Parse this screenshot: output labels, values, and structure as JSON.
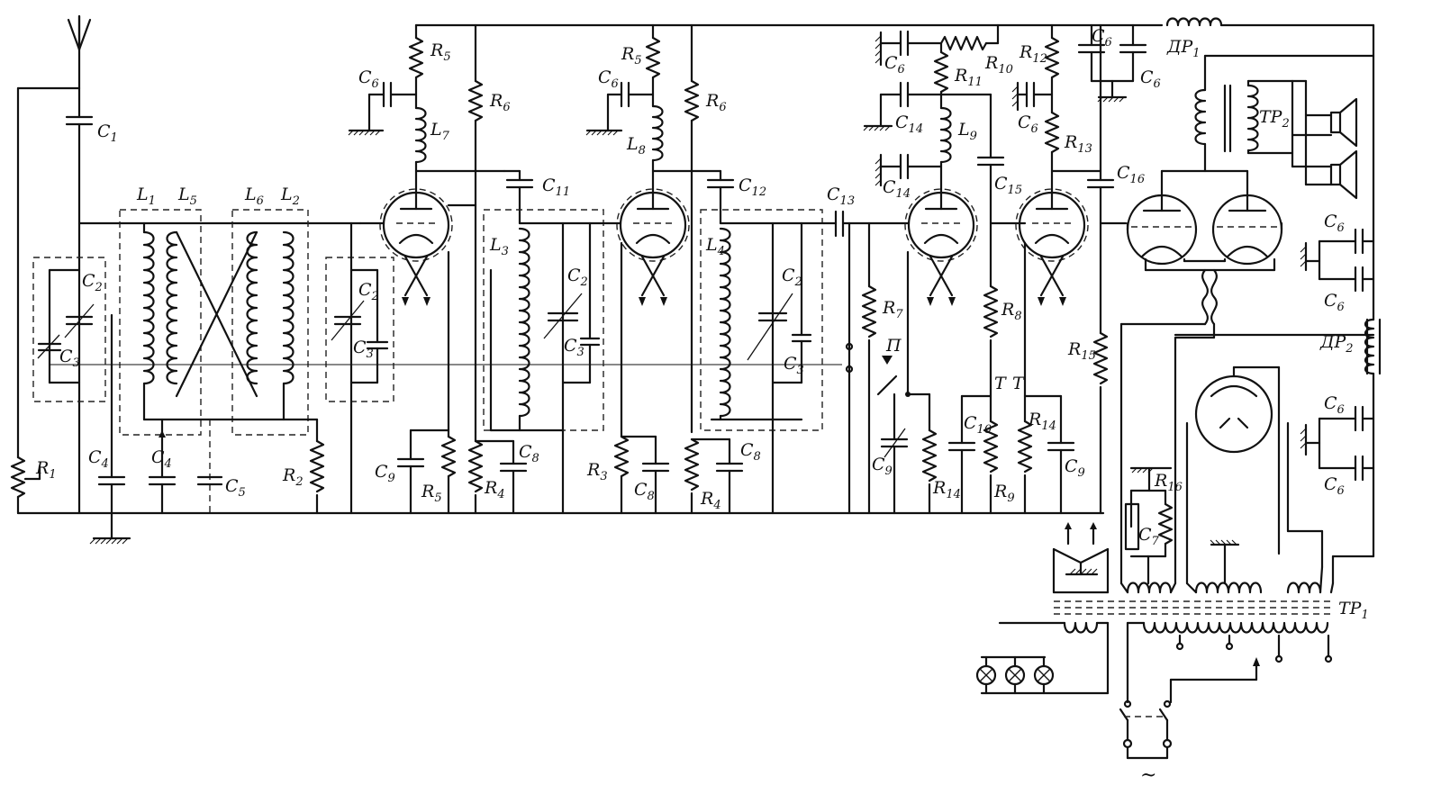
{
  "schematic": {
    "labels": [
      {
        "id": "c1",
        "text": "C",
        "sub": "1"
      },
      {
        "id": "c2a",
        "text": "C",
        "sub": "2"
      },
      {
        "id": "c3a",
        "text": "C",
        "sub": "3"
      },
      {
        "id": "r1",
        "text": "R",
        "sub": "1"
      },
      {
        "id": "c4a",
        "text": "C",
        "sub": "4"
      },
      {
        "id": "c4b",
        "text": "C",
        "sub": "4"
      },
      {
        "id": "c5",
        "text": "C",
        "sub": "5"
      },
      {
        "id": "l1",
        "text": "L",
        "sub": "1"
      },
      {
        "id": "l5",
        "text": "L",
        "sub": "5"
      },
      {
        "id": "l6",
        "text": "L",
        "sub": "6"
      },
      {
        "id": "l2",
        "text": "L",
        "sub": "2"
      },
      {
        "id": "c2b",
        "text": "C",
        "sub": "2"
      },
      {
        "id": "c3b",
        "text": "C",
        "sub": "3"
      },
      {
        "id": "r2",
        "text": "R",
        "sub": "2"
      },
      {
        "id": "r5a",
        "text": "R",
        "sub": "5"
      },
      {
        "id": "c6a",
        "text": "C",
        "sub": "6"
      },
      {
        "id": "l7",
        "text": "L",
        "sub": "7"
      },
      {
        "id": "r6a",
        "text": "R",
        "sub": "6"
      },
      {
        "id": "c9a",
        "text": "C",
        "sub": "9"
      },
      {
        "id": "r5b",
        "text": "R",
        "sub": "5"
      },
      {
        "id": "c11",
        "text": "C",
        "sub": "11"
      },
      {
        "id": "l3",
        "text": "L",
        "sub": "3"
      },
      {
        "id": "c2c",
        "text": "C",
        "sub": "2"
      },
      {
        "id": "c3c",
        "text": "C",
        "sub": "3"
      },
      {
        "id": "r4a",
        "text": "R",
        "sub": "4"
      },
      {
        "id": "c8a",
        "text": "C",
        "sub": "8"
      },
      {
        "id": "r5c",
        "text": "R",
        "sub": "5"
      },
      {
        "id": "c6b",
        "text": "C",
        "sub": "6"
      },
      {
        "id": "l8",
        "text": "L",
        "sub": "8"
      },
      {
        "id": "r6b",
        "text": "R",
        "sub": "6"
      },
      {
        "id": "r3",
        "text": "R",
        "sub": "3"
      },
      {
        "id": "c8b",
        "text": "C",
        "sub": "8"
      },
      {
        "id": "c12",
        "text": "C",
        "sub": "12"
      },
      {
        "id": "l4",
        "text": "L",
        "sub": "4"
      },
      {
        "id": "c2d",
        "text": "C",
        "sub": "2"
      },
      {
        "id": "c3d",
        "text": "C",
        "sub": "3"
      },
      {
        "id": "r4b",
        "text": "R",
        "sub": "4"
      },
      {
        "id": "c8c",
        "text": "C",
        "sub": "8"
      },
      {
        "id": "c13",
        "text": "C",
        "sub": "13"
      },
      {
        "id": "r7",
        "text": "R",
        "sub": "7"
      },
      {
        "id": "p",
        "text": "П",
        "sub": ""
      },
      {
        "id": "c9b",
        "text": "C",
        "sub": "9"
      },
      {
        "id": "r14a",
        "text": "R",
        "sub": "14"
      },
      {
        "id": "c6c",
        "text": "C",
        "sub": "6"
      },
      {
        "id": "r11",
        "text": "R",
        "sub": "11"
      },
      {
        "id": "r10",
        "text": "R",
        "sub": "10"
      },
      {
        "id": "c14a",
        "text": "C",
        "sub": "14"
      },
      {
        "id": "l9",
        "text": "L",
        "sub": "9"
      },
      {
        "id": "c14b",
        "text": "C",
        "sub": "14"
      },
      {
        "id": "c15",
        "text": "C",
        "sub": "15"
      },
      {
        "id": "r8",
        "text": "R",
        "sub": "8"
      },
      {
        "id": "c10",
        "text": "C",
        "sub": "10"
      },
      {
        "id": "r9",
        "text": "R",
        "sub": "9"
      },
      {
        "id": "t1",
        "text": "T",
        "sub": ""
      },
      {
        "id": "t2",
        "text": "T",
        "sub": ""
      },
      {
        "id": "r12",
        "text": "R",
        "sub": "12"
      },
      {
        "id": "c6d",
        "text": "C",
        "sub": "6"
      },
      {
        "id": "r13",
        "text": "R",
        "sub": "13"
      },
      {
        "id": "c6e",
        "text": "C",
        "sub": "6"
      },
      {
        "id": "c6f",
        "text": "C",
        "sub": "6"
      },
      {
        "id": "dr1",
        "text": "ДР",
        "sub": "1"
      },
      {
        "id": "c16",
        "text": "C",
        "sub": "16"
      },
      {
        "id": "r14b",
        "text": "R",
        "sub": "14"
      },
      {
        "id": "c9c",
        "text": "C",
        "sub": "9"
      },
      {
        "id": "r15",
        "text": "R",
        "sub": "15"
      },
      {
        "id": "tr2",
        "text": "ТР",
        "sub": "2"
      },
      {
        "id": "c6g",
        "text": "C",
        "sub": "6"
      },
      {
        "id": "c6h",
        "text": "C",
        "sub": "6"
      },
      {
        "id": "dr2",
        "text": "ДР",
        "sub": "2"
      },
      {
        "id": "c6i",
        "text": "C",
        "sub": "6"
      },
      {
        "id": "c6j",
        "text": "C",
        "sub": "6"
      },
      {
        "id": "r16",
        "text": "R",
        "sub": "16"
      },
      {
        "id": "c7",
        "text": "C",
        "sub": "7"
      },
      {
        "id": "tr1",
        "text": "ТР",
        "sub": "1"
      },
      {
        "id": "ac",
        "text": "~",
        "sub": ""
      }
    ]
  }
}
